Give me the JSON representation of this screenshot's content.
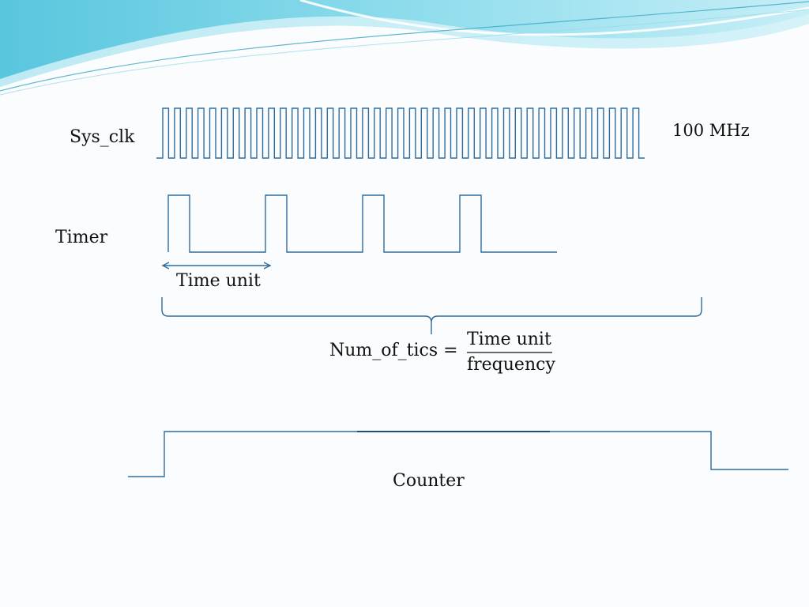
{
  "colors": {
    "wave": "#2e6c9e",
    "header_light": "#c3eef6",
    "header_mid": "#7fd6e8",
    "header_dark": "#3fb7d3",
    "text": "#111111"
  },
  "signals": {
    "sys_clk": {
      "label": "Sys_clk",
      "frequency": "100 MHz"
    },
    "timer": {
      "label": "Timer",
      "period_label": "Time unit"
    },
    "counter": {
      "label": "Counter"
    }
  },
  "formula": {
    "lhs": "Num_of_tics =",
    "numerator": "Time unit",
    "denominator": "frequency"
  }
}
